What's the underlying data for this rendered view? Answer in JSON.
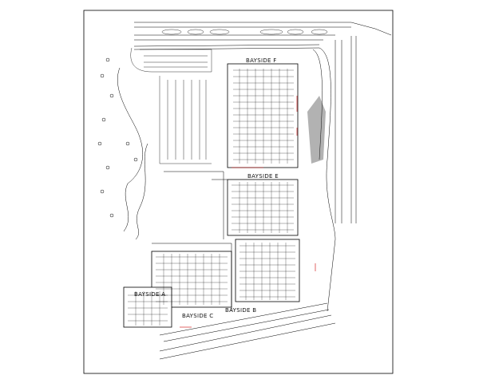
{
  "drawing": {
    "labels": {
      "bayside_f": "BAYSIDE F",
      "bayside_e": "BAYSIDE E",
      "bayside_a": "BAYSIDE A",
      "bayside_b": "BAYSIDE B",
      "bayside_c": "BAYSIDE C"
    }
  }
}
